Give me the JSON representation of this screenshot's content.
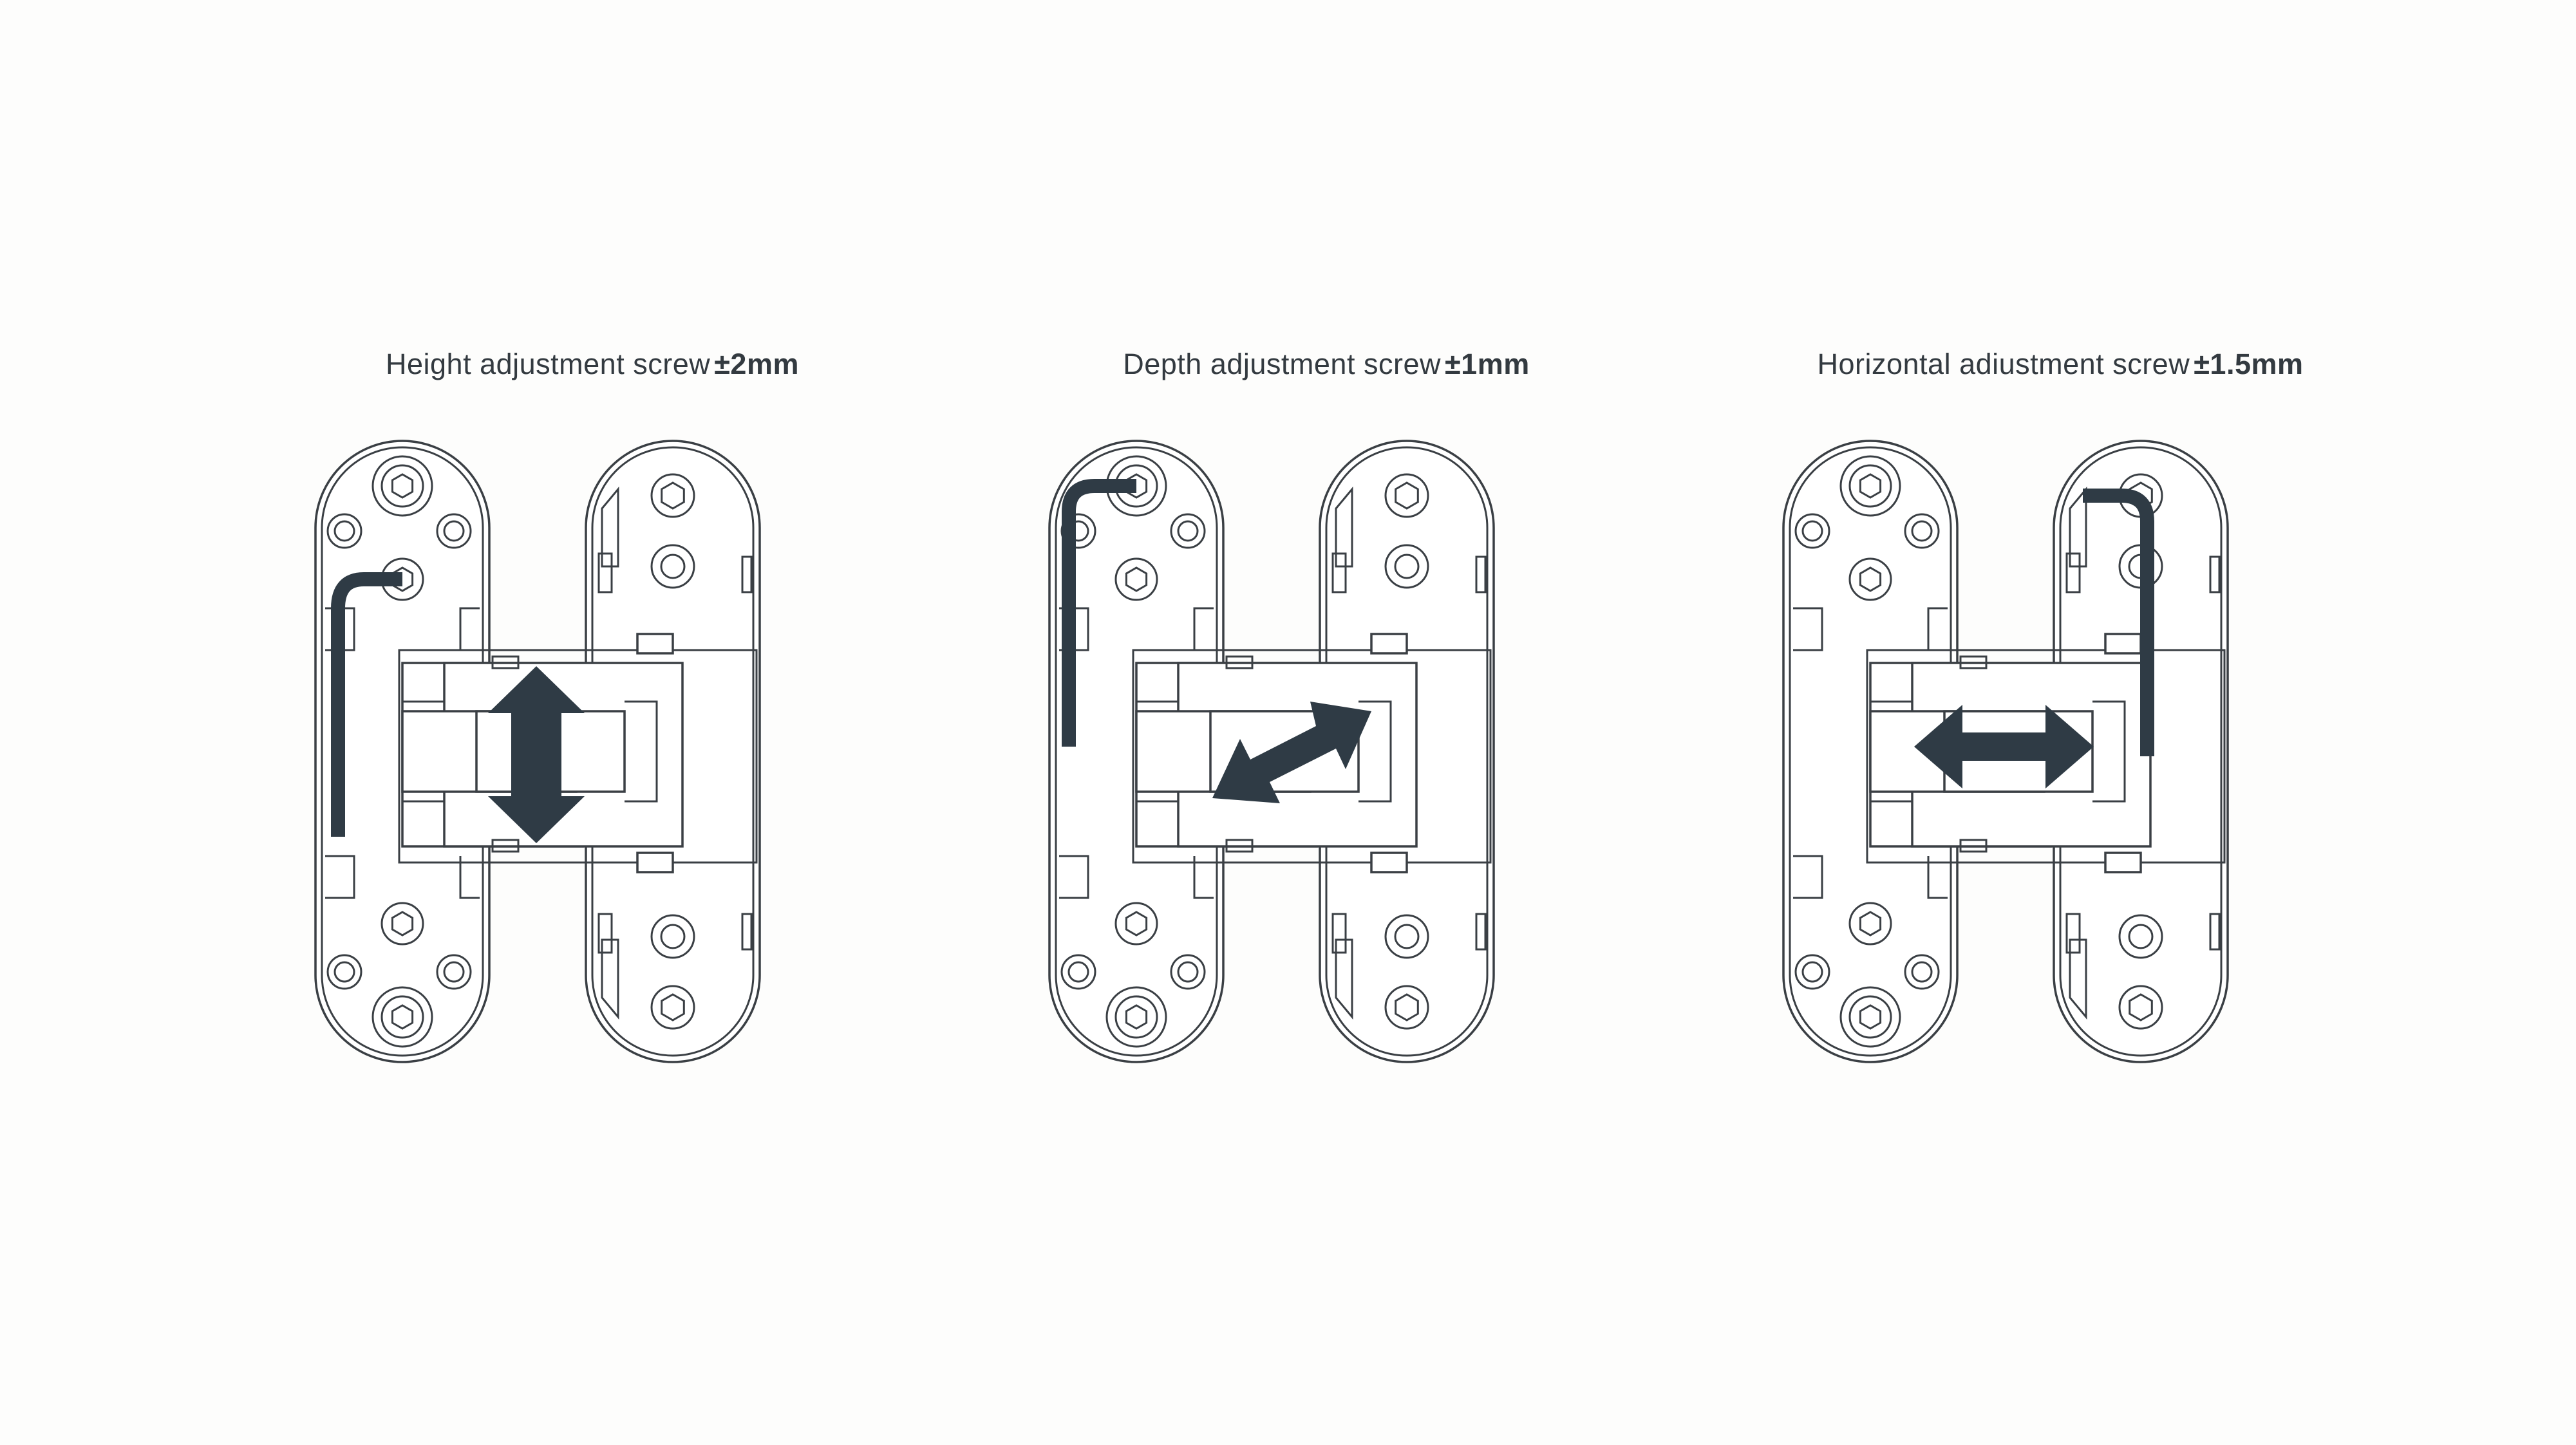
{
  "panels": [
    {
      "label": "Height adjustment screw",
      "pm": "±",
      "value": "2mm",
      "wrench_icon": "allen-key-icon",
      "arrow_icon": "vertical-double-arrow-icon",
      "adjust_direction": "vertical"
    },
    {
      "label": "Depth adjustment screw",
      "pm": "±",
      "value": "1mm",
      "wrench_icon": "allen-key-icon",
      "arrow_icon": "diagonal-double-arrow-icon",
      "adjust_direction": "depth"
    },
    {
      "label": "Horizontal adiustment screw",
      "pm": "±",
      "value": "1.5mm",
      "wrench_icon": "allen-key-icon",
      "arrow_icon": "horizontal-double-arrow-icon",
      "adjust_direction": "horizontal"
    }
  ],
  "colors": {
    "line": "#3a3f44",
    "accent": "#2f3b45",
    "text": "#333a40",
    "background": "#fdfdfc"
  }
}
